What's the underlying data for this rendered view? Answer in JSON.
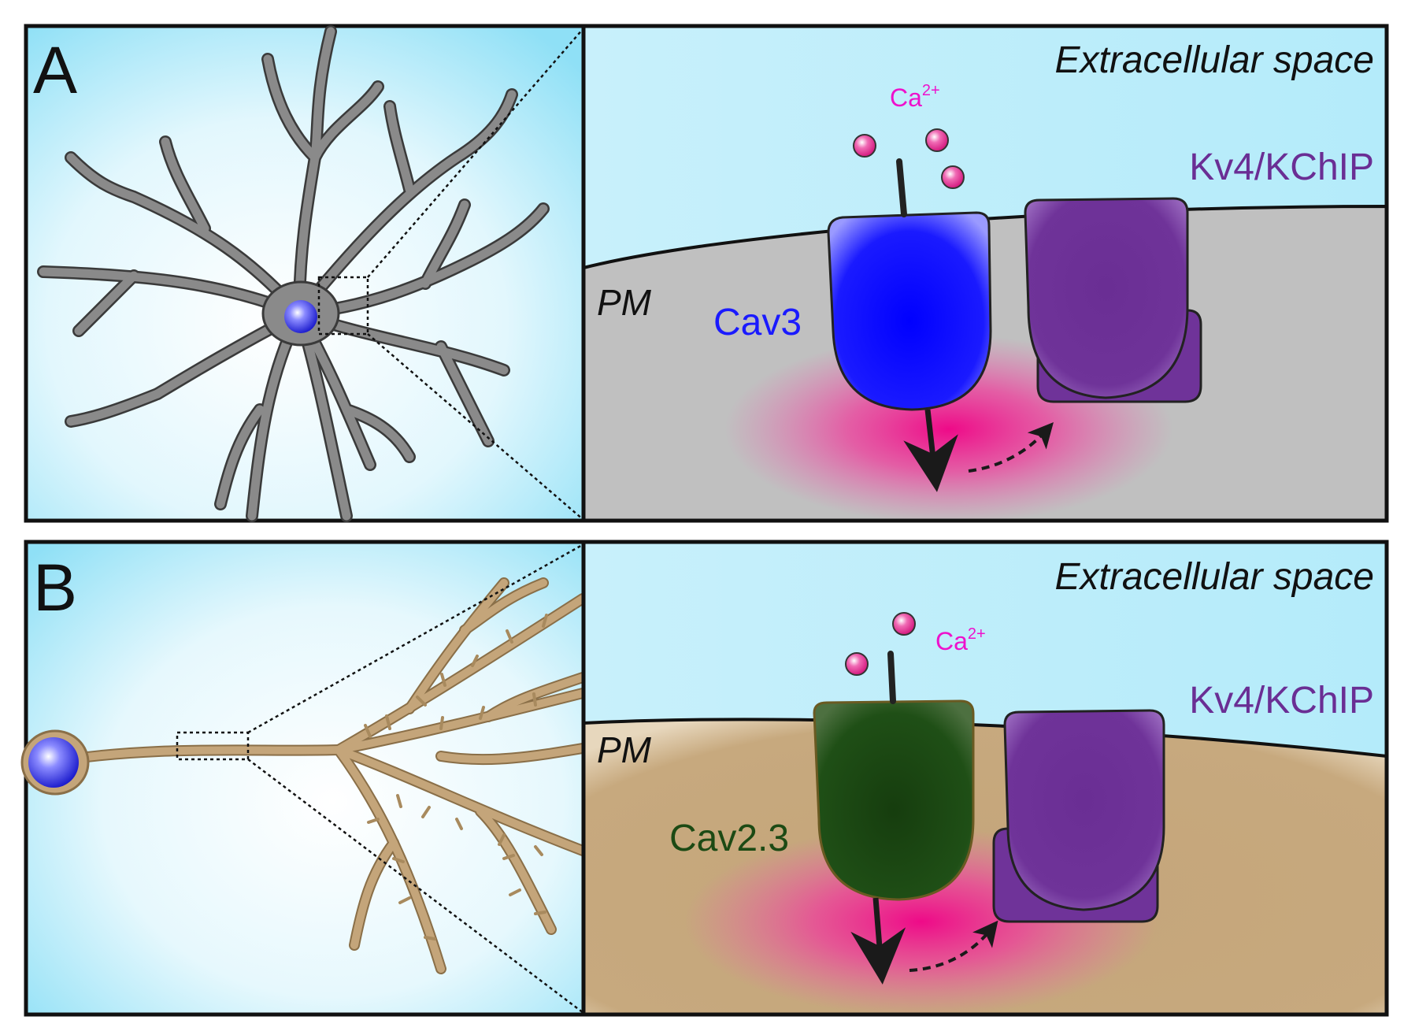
{
  "panel_a": {
    "letter": "A",
    "extracellular_label": "Extracellular space",
    "membrane_label": "PM",
    "ion_label_base": "Ca",
    "ion_label_sup": "2+",
    "calcium_channel_label": "Cav3",
    "potassium_channel_label": "Kv4/KChIP",
    "neuron_type": "stellate neuron (gray)"
  },
  "panel_b": {
    "letter": "B",
    "extracellular_label": "Extracellular space",
    "membrane_label": "PM",
    "ion_label_base": "Ca",
    "ion_label_sup": "2+",
    "calcium_channel_label": "Cav2.3",
    "potassium_channel_label": "Kv4/KChIP",
    "neuron_type": "pyramidal neuron (tan)"
  },
  "colors": {
    "background_blue": "#a8e8f8",
    "membrane_gray": "#bdbdbd",
    "membrane_tan": "#c4a57a",
    "cav3_blue": "#1a1aff",
    "cav23_green": "#1c4a14",
    "kv4_purple": "#6a2e94",
    "calcium_magenta": "#e8188a",
    "label_blue": "#1a1aff",
    "label_green": "#1c4a14",
    "label_purple": "#6a2e94",
    "label_magenta": "#ee11cc"
  }
}
